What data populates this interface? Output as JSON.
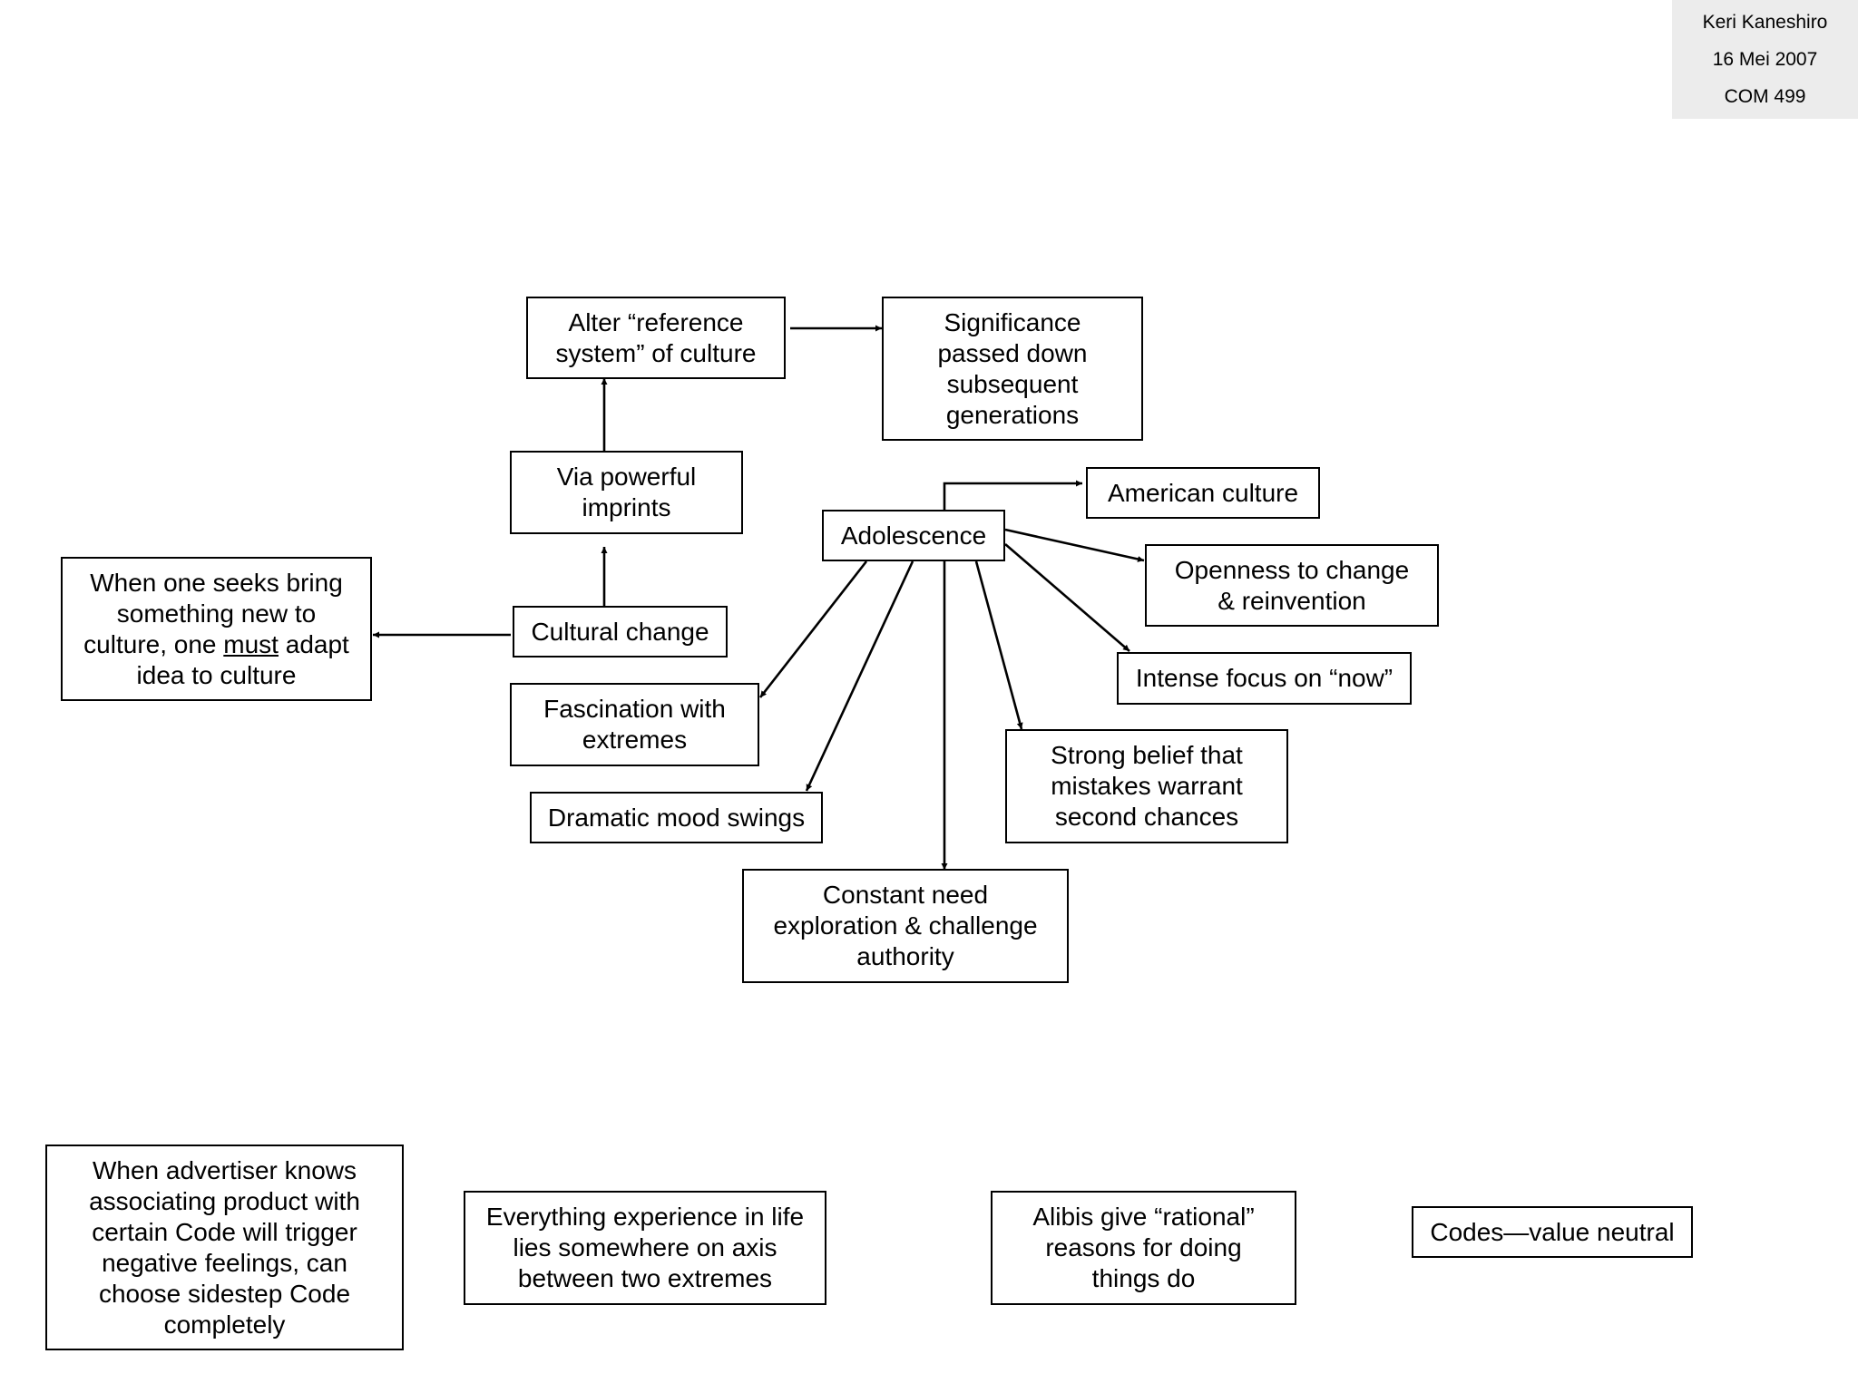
{
  "header": {
    "author": "Keri Kaneshiro",
    "date": "16 Mei 2007",
    "course": "COM 499"
  },
  "nodes": {
    "alter_reference": [
      "Alter “reference",
      "system” of culture"
    ],
    "significance": [
      "Significance",
      "passed down",
      "subsequent",
      "generations"
    ],
    "via_imprints": [
      "Via powerful",
      "imprints"
    ],
    "american_culture": [
      "American culture"
    ],
    "adolescence": [
      "Adolescence"
    ],
    "openness": [
      "Openness to change",
      "& reinvention"
    ],
    "when_one_seeks": {
      "line1": "When one seeks bring",
      "line2": "something new to",
      "line3_pre": "culture, one ",
      "line3_emph": "must",
      "line3_post": " adapt",
      "line4": "idea to culture"
    },
    "cultural_change": [
      "Cultural change"
    ],
    "intense_focus": [
      "Intense focus on “now”"
    ],
    "fascination": [
      "Fascination with",
      "extremes"
    ],
    "strong_belief": [
      "Strong belief that",
      "mistakes warrant",
      "second chances"
    ],
    "mood_swings": [
      "Dramatic mood swings"
    ],
    "constant_need": [
      "Constant need",
      "exploration & challenge",
      "authority"
    ],
    "advertiser": [
      "When advertiser knows",
      "associating product with",
      "certain Code will trigger",
      "negative feelings, can",
      "choose sidestep Code",
      "completely"
    ],
    "everything": [
      "Everything experience in life",
      "lies somewhere on axis",
      "between two extremes"
    ],
    "alibis": [
      "Alibis give “rational”",
      "reasons for doing",
      "things do"
    ],
    "codes": [
      "Codes—value neutral"
    ]
  }
}
